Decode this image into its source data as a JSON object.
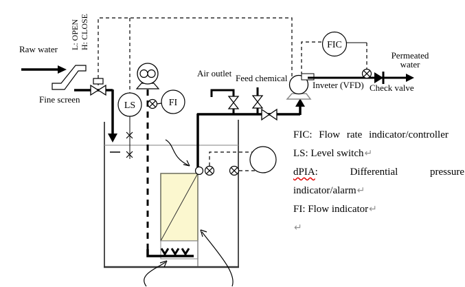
{
  "title": "Membrane bioreactor process diagram",
  "labels": {
    "raw_water": "Raw water",
    "fine_screen": "Fine screen",
    "valve_logic_line1": "L: OPEN",
    "valve_logic_line2": "H: CLOSE",
    "air_outlet": "Air outlet",
    "feed_chemical": "Feed chemical",
    "inverter": "Inveter (VFD)",
    "check_valve": "Check valve",
    "permeated_line1": "Permeated",
    "permeated_line2": "water"
  },
  "instruments": {
    "fic": "FIC",
    "ls": "LS",
    "fi": "FI"
  },
  "legend": {
    "line1": "FIC: Flow rate indicator/controller",
    "line2": "LS: Level switch",
    "line3_term": "dPIA",
    "line3_colon": ":",
    "line3_word1": "Differential",
    "line3_word2": "pressure",
    "line4": "indicator/alarm",
    "line5": "FI: Flow indicator",
    "return_mark": "↵"
  },
  "colors": {
    "membrane_fill": "#FBF7CF",
    "membrane_border": "#6b6b5a",
    "tank_wall": "#4d4d4d",
    "water_line": "#999999",
    "pipe": "#000000",
    "pump_base": "#8a8a8a",
    "squiggle": "#e00000",
    "return_mark_color": "#909090"
  }
}
